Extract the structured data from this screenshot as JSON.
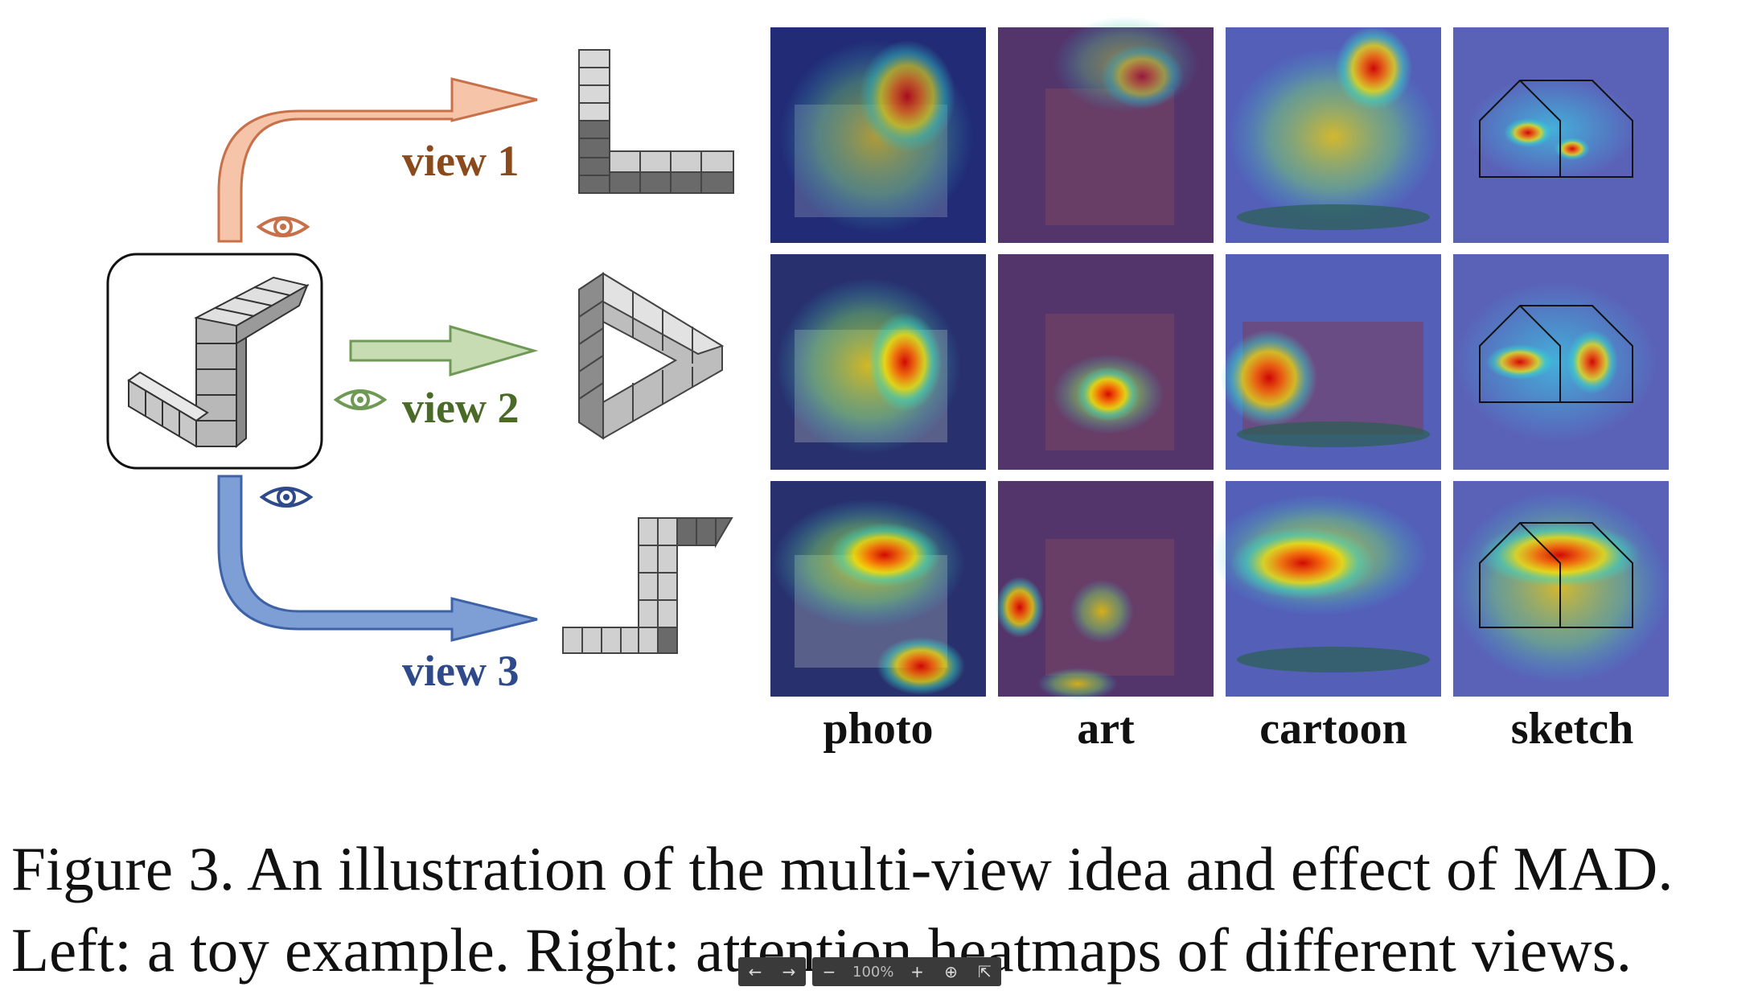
{
  "views": [
    {
      "label": "view 1",
      "color": "#8a4a1c",
      "arrow_fill": "#f6c4a8",
      "arrow_stroke": "#c8704a"
    },
    {
      "label": "view 2",
      "color": "#4a6a28",
      "arrow_fill": "#c8dcb4",
      "arrow_stroke": "#6f9a56"
    },
    {
      "label": "view 3",
      "color": "#2e4a8a",
      "arrow_fill": "#7d9fd6",
      "arrow_stroke": "#3d62a8"
    }
  ],
  "domains": [
    "photo",
    "art",
    "cartoon",
    "sketch"
  ],
  "caption": {
    "line1": "Figure 3.  An illustration of the multi-view idea and effect of MAD.",
    "line2": "Left: a toy example.  Right: attention heatmaps of different views."
  },
  "toolbar": {
    "zoom": "100%"
  },
  "icons": {
    "eye": "eye-icon",
    "back": "arrow-left-icon",
    "forward": "arrow-right-icon",
    "zoom_out": "minus-icon",
    "zoom_in": "plus-icon",
    "fit": "fit-page-icon",
    "collapse": "collapse-icon"
  }
}
